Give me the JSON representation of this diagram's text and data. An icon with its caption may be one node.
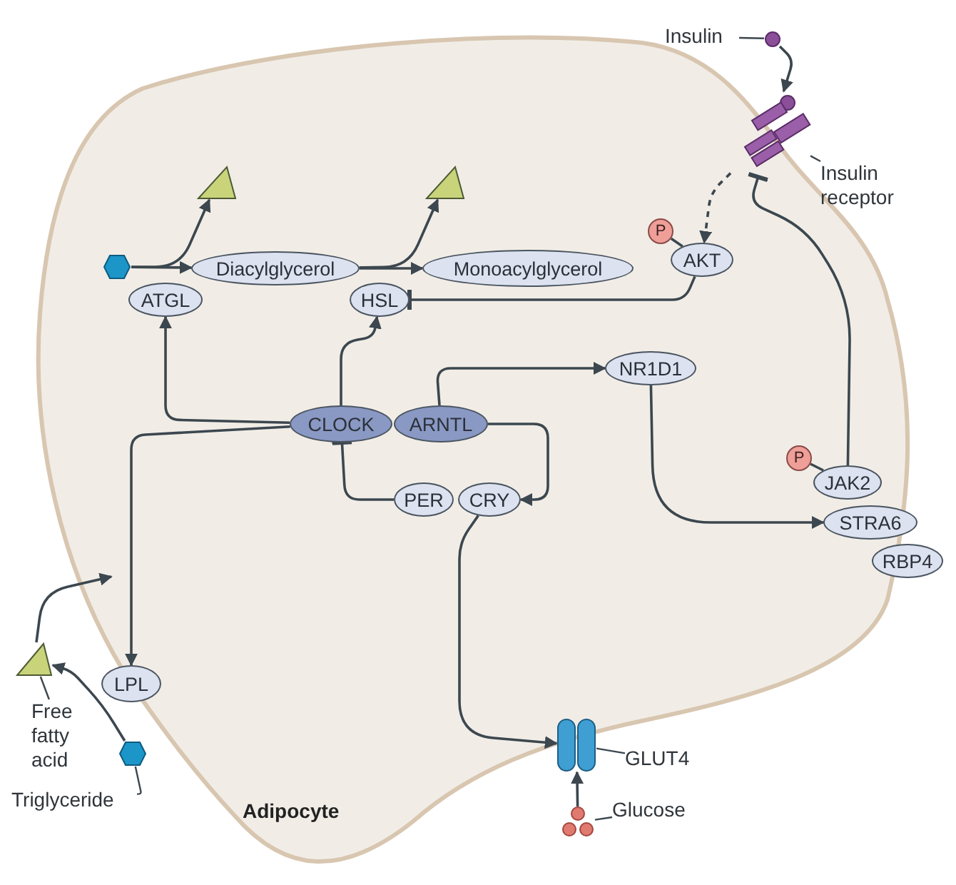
{
  "diagram": {
    "nodes": [
      {
        "text": [
          "Adipocyte"
        ]
      },
      {
        "text": [
          "Insulin"
        ]
      },
      {
        "text": [],
        "shape": "circle"
      },
      {
        "text": [],
        "shape": "receptor"
      },
      {
        "text": [
          "Insulin receptor"
        ]
      },
      {
        "text": [
          "P"
        ],
        "in": 0
      },
      {
        "text": [
          "AKT"
        ],
        "in": 0
      },
      {
        "text": [],
        "shape": "hexagon",
        "in": 0
      },
      {
        "text": [],
        "shape": "triangle",
        "in": 0
      },
      {
        "text": [
          "Diacylglycerol"
        ],
        "in": 0
      },
      {
        "text": [
          "ATGL"
        ],
        "in": 0
      },
      {
        "text": [],
        "shape": "triangle",
        "in": 0
      },
      {
        "text": [
          "Monoacylglycerol"
        ],
        "in": 0
      },
      {
        "text": [
          "HSL"
        ],
        "in": 0
      },
      {
        "text": [
          "CLOCK"
        ],
        "in": 0
      },
      {
        "text": [
          "ARNTL"
        ],
        "in": 0
      },
      {
        "text": [
          "NR1D1"
        ],
        "in": 0
      },
      {
        "text": [
          "PER"
        ],
        "in": 0
      },
      {
        "text": [
          "CRY"
        ],
        "in": 0
      },
      {
        "text": [
          "P"
        ],
        "in": 0
      },
      {
        "text": [
          "JAK2"
        ],
        "in": 0
      },
      {
        "text": [
          "STRA6"
        ]
      },
      {
        "text": [
          "RBP4"
        ]
      },
      {
        "text": [
          "LPL"
        ]
      },
      {
        "text": [],
        "shape": "triangle"
      },
      {
        "text": [
          "Free fatty acid"
        ]
      },
      {
        "text": [],
        "shape": "hexagon"
      },
      {
        "text": [
          "Triglyceride"
        ]
      },
      {
        "text": [],
        "shape": "channel"
      },
      {
        "text": [
          "GLUT4"
        ]
      },
      {
        "text": [],
        "shape": "dots"
      },
      {
        "text": [
          "Glucose"
        ]
      }
    ],
    "edges": [
      {
        "from": 1,
        "to": 2,
        "arrow": "none"
      },
      {
        "from": 2,
        "to": 3,
        "arrow": "to"
      },
      {
        "from": 4,
        "to": 3,
        "arrow": "none"
      },
      {
        "from": 3,
        "to": 6,
        "arrow": "to",
        "style": "dashed"
      },
      {
        "from": 5,
        "to": 6,
        "arrow": "none"
      },
      {
        "from": 6,
        "to": 13,
        "arrow": "other"
      },
      {
        "from": 20,
        "to": 3,
        "arrow": "other"
      },
      {
        "from": 7,
        "to": 9,
        "arrow": "to"
      },
      {
        "from": 7,
        "to": 8,
        "arrow": "to"
      },
      {
        "from": 9,
        "to": 12,
        "arrow": "to"
      },
      {
        "from": 9,
        "to": 11,
        "arrow": "to"
      },
      {
        "from": 14,
        "to": 10,
        "arrow": "to"
      },
      {
        "from": 14,
        "to": 13,
        "arrow": "to"
      },
      {
        "from": 14,
        "to": 23,
        "arrow": "to"
      },
      {
        "from": 15,
        "to": 16,
        "arrow": "to"
      },
      {
        "from": 15,
        "to": 18,
        "arrow": "to"
      },
      {
        "from": 17,
        "to": 14,
        "arrow": "other"
      },
      {
        "from": 18,
        "to": 28,
        "arrow": "to"
      },
      {
        "from": 16,
        "to": 21,
        "arrow": "to"
      },
      {
        "from": 19,
        "to": 20,
        "arrow": "none"
      },
      {
        "from": 30,
        "to": 28,
        "arrow": "to"
      },
      {
        "from": 29,
        "to": 28,
        "arrow": "none"
      },
      {
        "from": 31,
        "to": 30,
        "arrow": "none"
      },
      {
        "from": 26,
        "to": 24,
        "arrow": "to"
      },
      {
        "from": 24,
        "to": 0,
        "arrow": "to"
      },
      {
        "from": 25,
        "to": 24,
        "arrow": "none"
      },
      {
        "from": 27,
        "to": 26,
        "arrow": "none"
      }
    ]
  }
}
